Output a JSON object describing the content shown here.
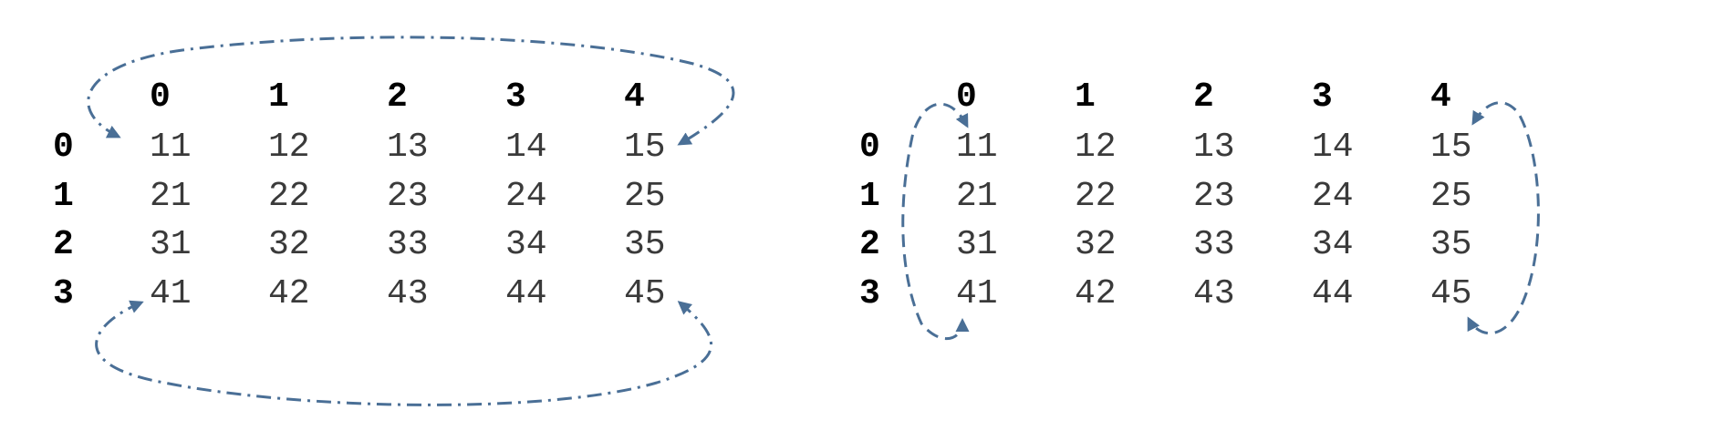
{
  "colors": {
    "arrow": "#4a6f96",
    "header_text": "#000000",
    "cell_text": "#3a3a3a",
    "background": "#ffffff"
  },
  "left_matrix": {
    "column_headers": [
      "0",
      "1",
      "2",
      "3",
      "4"
    ],
    "row_headers": [
      "0",
      "1",
      "2",
      "3"
    ],
    "rows": [
      [
        "11",
        "12",
        "13",
        "14",
        "15"
      ],
      [
        "21",
        "22",
        "23",
        "24",
        "25"
      ],
      [
        "31",
        "32",
        "33",
        "34",
        "35"
      ],
      [
        "41",
        "42",
        "43",
        "44",
        "45"
      ]
    ],
    "arrows": [
      {
        "from": "11",
        "to": "15",
        "style": "dash-dot"
      },
      {
        "from": "45",
        "to": "41",
        "style": "dash-dot"
      }
    ]
  },
  "right_matrix": {
    "column_headers": [
      "0",
      "1",
      "2",
      "3",
      "4"
    ],
    "row_headers": [
      "0",
      "1",
      "2",
      "3"
    ],
    "rows": [
      [
        "11",
        "12",
        "13",
        "14",
        "15"
      ],
      [
        "21",
        "22",
        "23",
        "24",
        "25"
      ],
      [
        "31",
        "32",
        "33",
        "34",
        "35"
      ],
      [
        "41",
        "42",
        "43",
        "44",
        "45"
      ]
    ],
    "arrows": [
      {
        "from": "41",
        "to": "11",
        "style": "dashed"
      },
      {
        "from": "15",
        "to": "45",
        "style": "dashed"
      }
    ]
  }
}
